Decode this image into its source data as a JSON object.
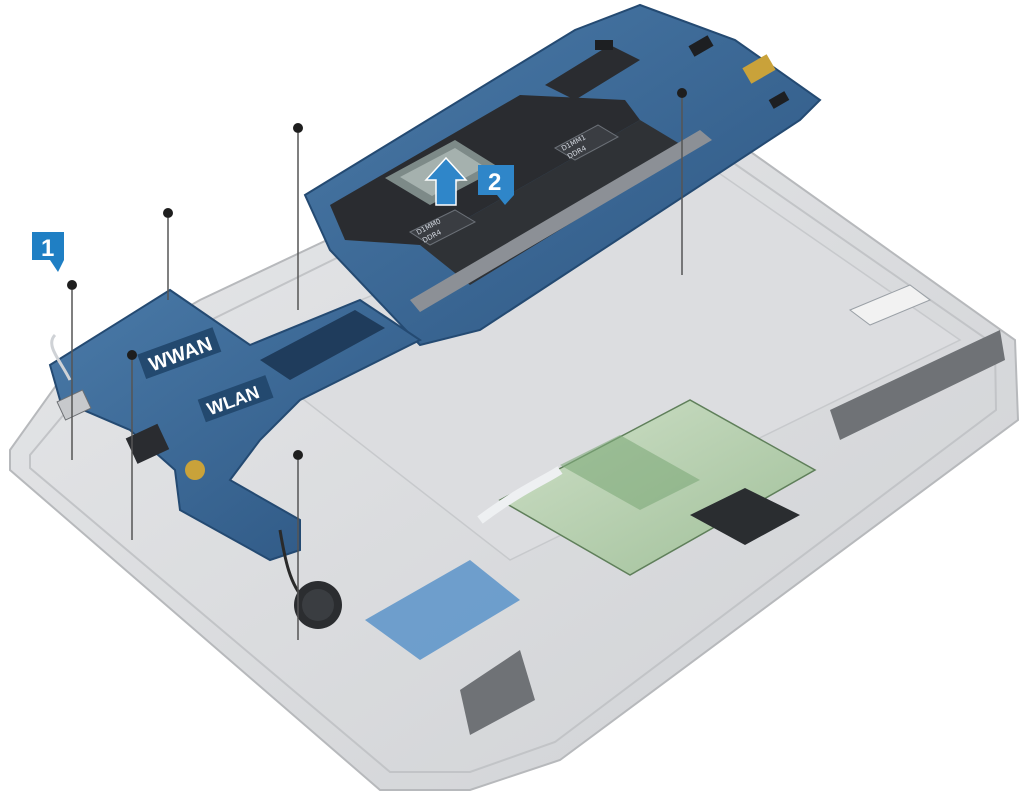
{
  "diagram": {
    "steps": [
      {
        "number": "1"
      },
      {
        "number": "2"
      }
    ],
    "board_labels": {
      "wwan": "WWAN",
      "wlan": "WLAN"
    },
    "memory_markings": {
      "left": [
        "D1MM0",
        "DDR4"
      ],
      "right": [
        "D1MM1",
        "DDR4"
      ]
    },
    "colors": {
      "badge": "#1f7fc4",
      "arrow": "#2f86c9",
      "board": "#3f6e9e",
      "chassis": "#d9dadc",
      "screw": "#1e1e1e"
    },
    "icons": [
      "screw-icon",
      "up-arrow-icon"
    ]
  }
}
